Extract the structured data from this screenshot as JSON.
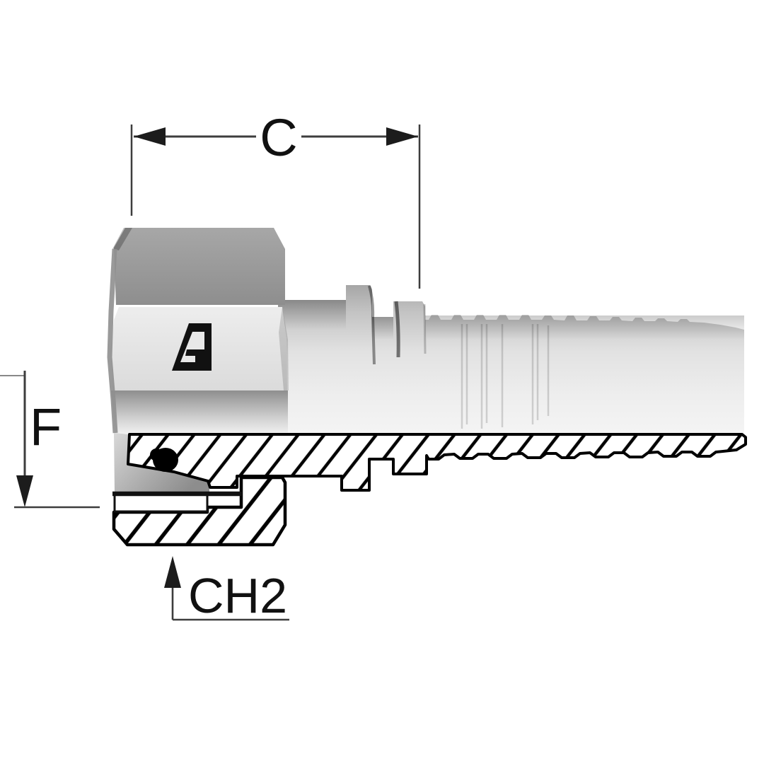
{
  "meta": {
    "title": "Hydraulic hose fitting dimensional drawing",
    "view": "side elevation with half section"
  },
  "labels": {
    "cutoff_length": "C",
    "thread_size": "F",
    "hex_size": "CH2"
  },
  "logo": {
    "name": "alfagomma-logo"
  },
  "colors": {
    "background": "#ffffff",
    "outline": "#111111",
    "dimension_line": "#3d3d3d",
    "text": "#111111",
    "metal_dark": "#989898",
    "metal_mid": "#c9c9c9",
    "metal_light": "#ececec",
    "seal_oring": "#000000"
  }
}
